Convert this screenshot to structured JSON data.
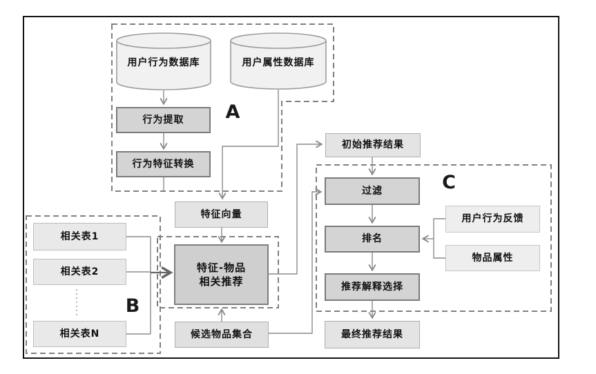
{
  "figure": {
    "sections": {
      "a": "A",
      "b": "B",
      "c": "C"
    },
    "nodes": {
      "user_behavior_db": "用户行为数据库",
      "user_attribute_db": "用户属性数据库",
      "behavior_extraction": "行为提取",
      "behavior_feature_conversion": "行为特征转换",
      "feature_vector": "特征向量",
      "initial_result": "初始推荐结果",
      "related_table_1": "相关表1",
      "related_table_2": "相关表2",
      "related_table_n": "相关表N",
      "feature_item_line1": "特征-物品",
      "feature_item_line2": "相关推荐",
      "candidate_item_set": "候选物品集合",
      "filter": "过滤",
      "ranking": "排名",
      "user_behavior_feedback": "用户行为反馈",
      "item_attributes": "物品属性",
      "explanation_selection": "推荐解释选择",
      "final_result": "最终推荐结果"
    },
    "colors": {
      "background": "#ffffff",
      "frame": "#111111",
      "dashed_border": "#7f7f7f",
      "connector_line": "#8a8a8a",
      "process_box_fill": "#d4d4d4",
      "process_box_border": "#7a7a7a",
      "data_box_fill": "#e4e4e4",
      "data_box_border": "#aeaeae",
      "cylinder_fill": "#f1f1f1",
      "text": "#111111"
    }
  }
}
